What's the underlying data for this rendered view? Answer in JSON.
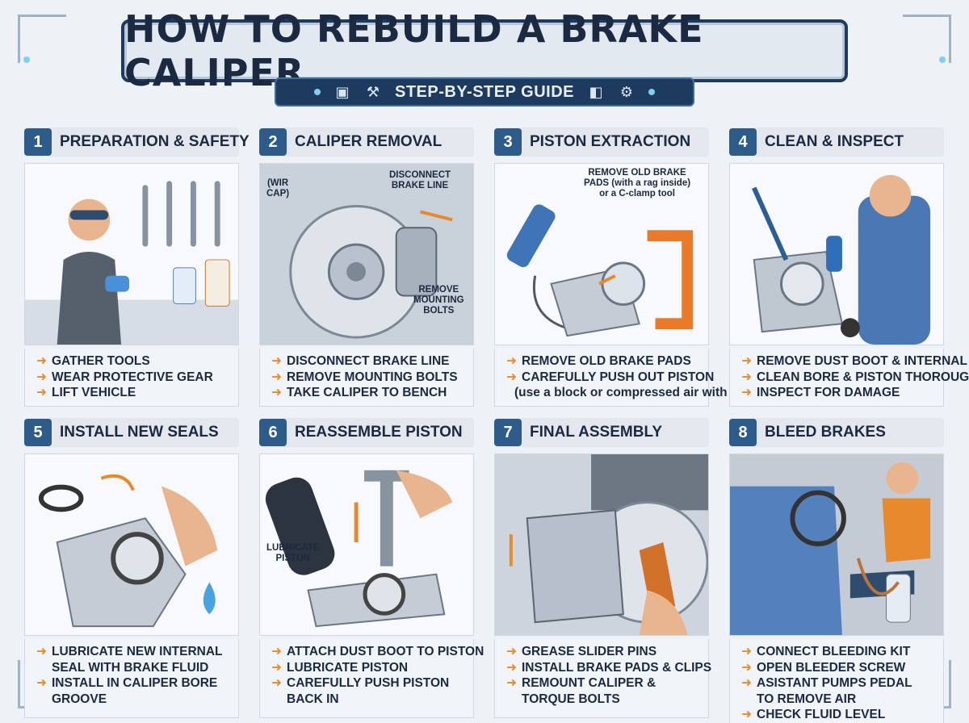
{
  "header": {
    "title": "HOW TO REBUILD A BRAKE CALIPER",
    "subtitle": "STEP-BY-STEP GUIDE",
    "icons": [
      "toolbox-icon",
      "wrench-icon",
      "brake-caliper-icon",
      "gear-icon"
    ]
  },
  "colors": {
    "accent": "#e8892b",
    "navy": "#1f3a5f",
    "badge": "#2d5b8a"
  },
  "steps": [
    {
      "num": "1",
      "title": "PREPARATION & SAFETY",
      "bullets": [
        "GATHER TOOLS",
        "WEAR PROTECTIVE GEAR",
        "LIFT VEHICLE"
      ],
      "labels": []
    },
    {
      "num": "2",
      "title": "CALIPER REMOVAL",
      "bullets": [
        "DISCONNECT BRAKE LINE",
        "REMOVE MOUNTING BOLTS",
        "TAKE CALIPER TO BENCH"
      ],
      "labels": [
        "(WIR\nCAP)",
        "DISCONNECT\nBRAKE LINE",
        "REMOVE\nMOUNTING\nBOLTS"
      ]
    },
    {
      "num": "3",
      "title": "PISTON EXTRACTION",
      "bullets": [
        "REMOVE OLD BRAKE PADS",
        "CAREFULLY PUSH OUT PISTON"
      ],
      "note": "(use a block or compressed air with caution)",
      "labels": [
        "REMOVE OLD BRAKE\nPADS (with a rag inside)\nor a C-clamp tool"
      ]
    },
    {
      "num": "4",
      "title": "CLEAN & INSPECT",
      "bullets": [
        "REMOVE DUST BOOT & INTERNAL SEAL",
        "CLEAN BORE & PISTON THOROUGHLY",
        "INSPECT FOR DAMAGE"
      ],
      "labels": []
    },
    {
      "num": "5",
      "title": "INSTALL NEW SEALS",
      "bullets": [
        "LUBRICATE NEW INTERNAL",
        "SEAL WITH BRAKE FLUID",
        "INSTALL IN CALIPER BORE",
        "GROOVE"
      ],
      "bullet_markers": [
        true,
        false,
        true,
        false
      ],
      "labels": []
    },
    {
      "num": "6",
      "title": "REASSEMBLE PISTON",
      "bullets": [
        "ATTACH DUST BOOT TO PISTON",
        "LUBRICATE PISTON",
        "CAREFULLY PUSH PISTON",
        "BACK IN"
      ],
      "bullet_markers": [
        true,
        true,
        true,
        false
      ],
      "labels": [
        "LUBRICATE\nPISTON"
      ]
    },
    {
      "num": "7",
      "title": "FINAL ASSEMBLY",
      "bullets": [
        "GREASE SLIDER PINS",
        "INSTALL BRAKE PADS & CLIPS",
        "REMOUNT CALIPER &",
        "TORQUE BOLTS"
      ],
      "bullet_markers": [
        true,
        true,
        true,
        false
      ],
      "labels": []
    },
    {
      "num": "8",
      "title": "BLEED BRAKES",
      "bullets": [
        "CONNECT BLEEDING KIT",
        "OPEN BLEEDER SCREW",
        "ASISTANT PUMPS PEDAL",
        "TO REMOVE AIR",
        "CHECK FLUID LEVEL"
      ],
      "bullet_markers": [
        true,
        true,
        true,
        false,
        true
      ],
      "labels": []
    }
  ]
}
